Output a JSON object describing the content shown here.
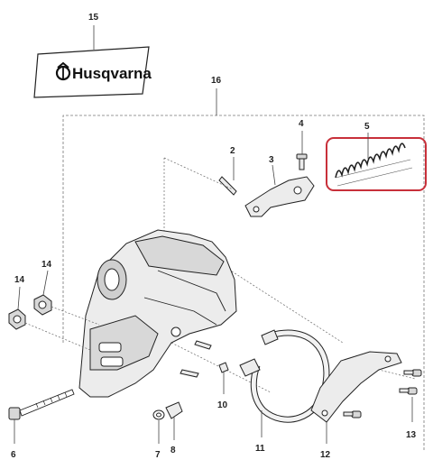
{
  "brand": {
    "name": "Husqvarna"
  },
  "highlight_color": "#c8303a",
  "callouts": {
    "c2": "2",
    "c3": "3",
    "c4": "4",
    "c5": "5",
    "c6": "6",
    "c7": "7",
    "c8": "8",
    "c10": "10",
    "c11": "11",
    "c12": "12",
    "c13": "13",
    "c14a": "14",
    "c14b": "14",
    "c15": "15",
    "c16": "16"
  }
}
